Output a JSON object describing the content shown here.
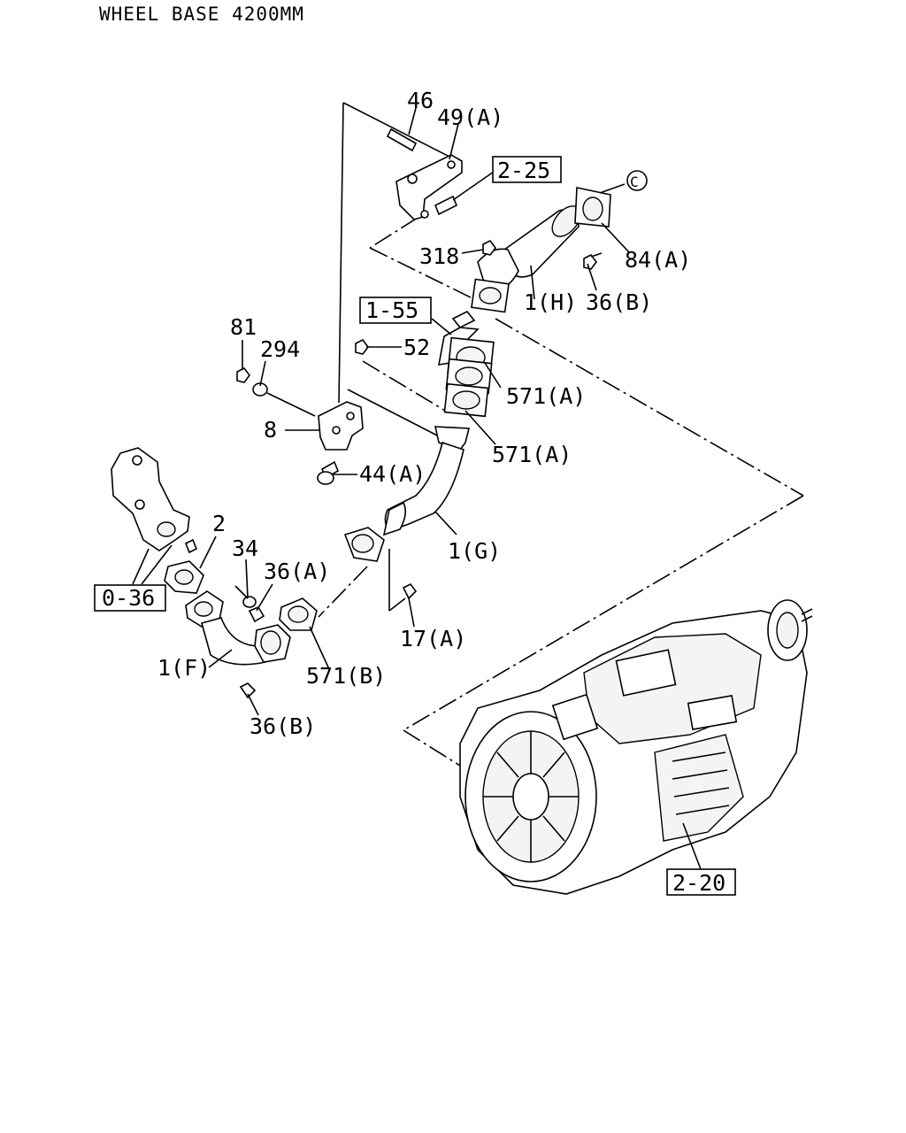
{
  "header": {
    "title": "WHEEL BASE 4200MM"
  },
  "labels": {
    "p46": "46",
    "p49a": "49(A)",
    "ref225": "2-25",
    "refC": "C",
    "p318": "318",
    "p84a": "84(A)",
    "p1h": "1(H)",
    "p36b_top": "36(B)",
    "ref155": "1-55",
    "p52": "52",
    "p81": "81",
    "p294": "294",
    "p571a_1": "571(A)",
    "p8": "8",
    "p571a_2": "571(A)",
    "p44a": "44(A)",
    "p2": "2",
    "p34": "34",
    "p36a": "36(A)",
    "p1g": "1(G)",
    "ref036": "0-36",
    "p17a": "17(A)",
    "p1f": "1(F)",
    "p571b": "571(B)",
    "p36b_bot": "36(B)",
    "ref220": "2-20"
  }
}
